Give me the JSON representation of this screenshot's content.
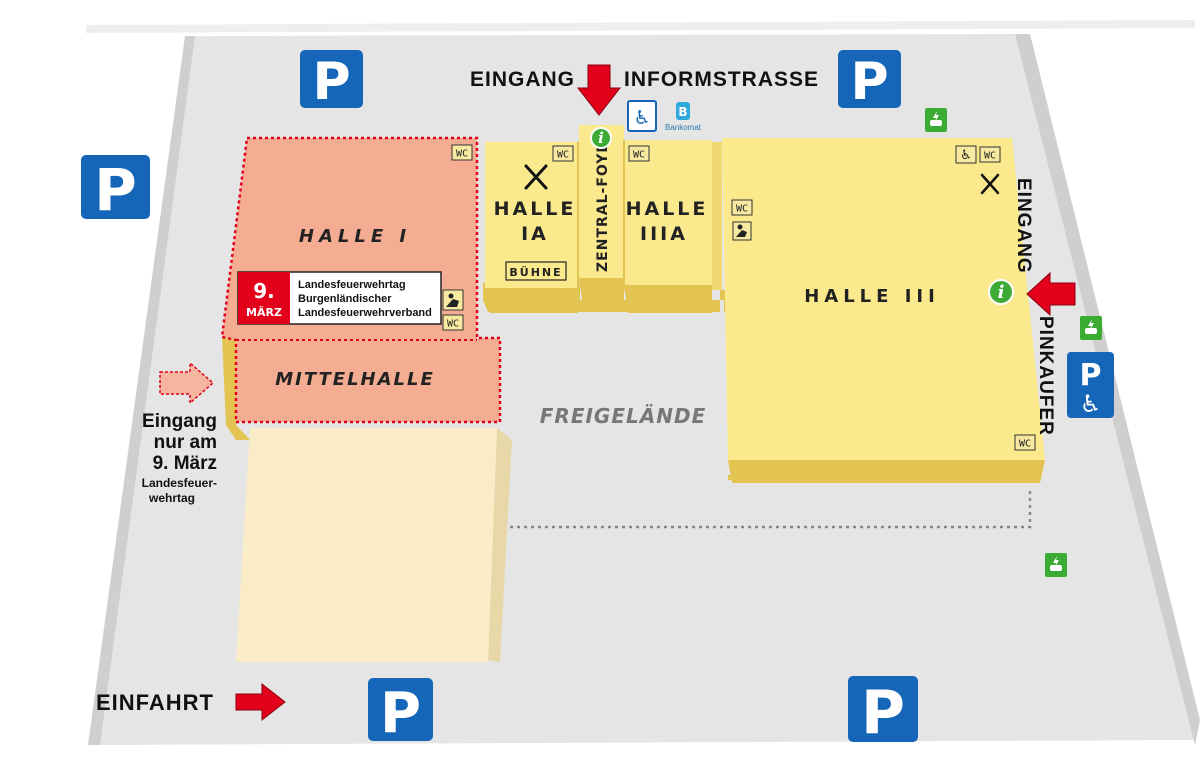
{
  "entrances": {
    "main_left": "EINGANG",
    "main_right": "INFORMSTRASSE",
    "east_top": "EINGANG",
    "east_bottom": "PINKAUFER",
    "einfahrt": "EINFAHRT",
    "special": {
      "line1": "Eingang",
      "line2": "nur am",
      "line3": "9. März",
      "line4": "Landesfeuer-",
      "line5": "wehrtag"
    }
  },
  "halls": {
    "halle_i": "HALLE I",
    "halle_ia_1": "HALLE",
    "halle_ia_2": "IA",
    "buehne": "BÜHNE",
    "foyer": "ZENTRAL-FOYER",
    "halle_iiia_1": "HALLE",
    "halle_iiia_2": "IIIA",
    "halle_iii": "HALLE III",
    "mittelhalle": "MITTELHALLE",
    "freigelaende": "FREIGELÄNDE"
  },
  "event": {
    "day": "9.",
    "month": "MÄRZ",
    "line1": "Landesfeuerwehrtag",
    "line2": "Burgenländischer",
    "line3": "Landesfeuerwehrverband"
  },
  "signs": {
    "parking": "P",
    "wc": "WC",
    "info": "i",
    "bankomat": "Bankomat",
    "bankomat_logo": "B"
  },
  "colors": {
    "halle_i": "#f4ad93",
    "halle_i_border": "#e2001a",
    "yellow_hall": "#fbe98e",
    "yellow_side": "#e3c452",
    "cream_hall": "#f9ecc6",
    "ground": "#e5e5e5",
    "parking_blue": "#1565b8",
    "arrow_red": "#e2001a",
    "ev_green": "#3cab34"
  },
  "icons": [
    "parking-icon",
    "wc-icon",
    "info-icon",
    "wheelchair-icon",
    "bankomat-icon",
    "restaurant-icon",
    "baby-change-icon",
    "ev-charging-icon",
    "arrow-icon"
  ]
}
